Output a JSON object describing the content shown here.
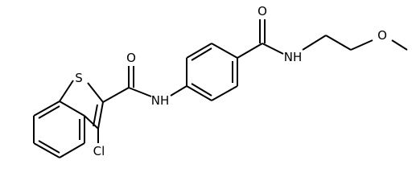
{
  "molecule": {
    "atoms": {
      "sulfur": "S",
      "chlorine": "Cl",
      "amide1_oxygen": "O",
      "amide1_nitrogen": "NH",
      "amide2_oxygen": "O",
      "amide2_nitrogen": "NH",
      "ether_oxygen": "O"
    }
  }
}
